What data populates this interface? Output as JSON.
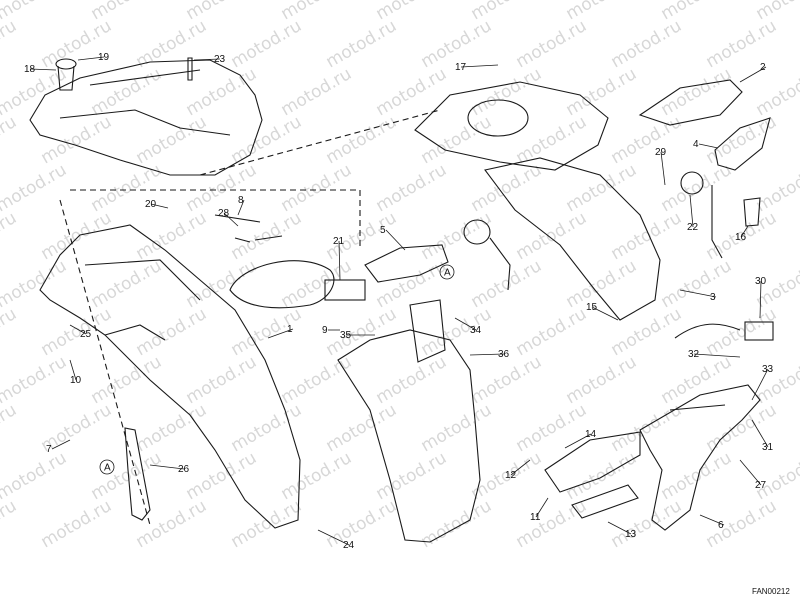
{
  "watermark": "motod.ru",
  "figure_code": "FAN00212",
  "reference_marker": "A",
  "callouts": [
    "1",
    "2",
    "3",
    "4",
    "5",
    "6",
    "7",
    "8",
    "9",
    "10",
    "11",
    "12",
    "13",
    "14",
    "15",
    "16",
    "17",
    "18",
    "19",
    "20",
    "21",
    "22",
    "23",
    "24",
    "25",
    "26",
    "27",
    "28",
    "29",
    "30",
    "31",
    "32",
    "33",
    "34",
    "35",
    "36"
  ],
  "colors": {
    "line": "#1a1a1a",
    "watermark": "#b8b8b8",
    "background": "#ffffff"
  }
}
